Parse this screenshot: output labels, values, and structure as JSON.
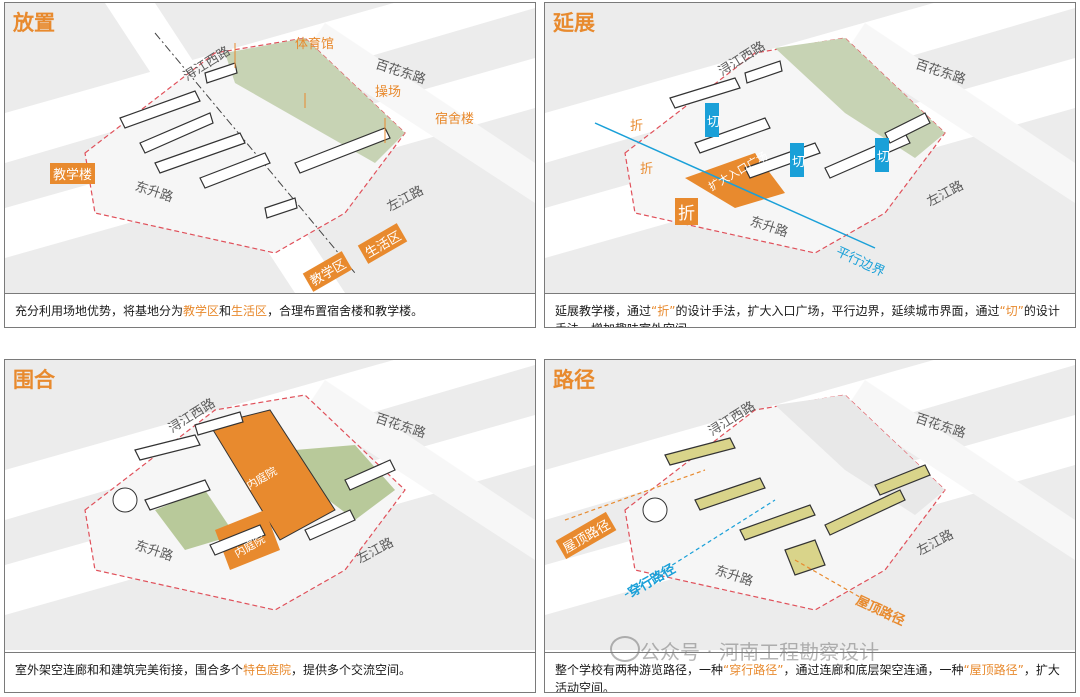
{
  "panels": [
    {
      "title": "放置",
      "roads": [
        "浔江西路",
        "百花东路",
        "东升路",
        "左江路"
      ],
      "labels": [
        "体育馆",
        "操场",
        "宿舍楼",
        "教学楼"
      ],
      "zones": [
        "教学区",
        "生活区"
      ],
      "caption_parts": [
        "充分利用场地优势，将基地分为",
        "教学区",
        "和",
        "生活区",
        "，合理布置宿舍楼和教学楼。"
      ]
    },
    {
      "title": "延展",
      "roads": [
        "浔江西路",
        "百花东路",
        "东升路",
        "左江路"
      ],
      "fold_labels": [
        "折",
        "折",
        "折"
      ],
      "cut_labels": [
        "切",
        "切",
        "切"
      ],
      "plaza_label": "扩大入口广场",
      "boundary_label": "平行边界",
      "caption_parts": [
        "延展教学楼，通过",
        "“折”",
        "的设计手法，扩大入口广场，平行边界，延续城市界面，通过",
        "“切”",
        "的设计手法，增加趣味室外空间。"
      ]
    },
    {
      "title": "围合",
      "roads": [
        "浔江西路",
        "百花东路",
        "东升路",
        "左江路"
      ],
      "courtyard_labels": [
        "内庭院",
        "内庭院"
      ],
      "caption_parts": [
        "室外架空连廊和和建筑完美衔接，围合多个",
        "特色庭院",
        "，提供多个交流空间。"
      ]
    },
    {
      "title": "路径",
      "roads": [
        "浔江西路",
        "百花东路",
        "东升路",
        "左江路"
      ],
      "path_labels": [
        "屋顶路径",
        "穿行路径",
        "屋顶路径"
      ],
      "caption_parts": [
        "整个学校有两种游览路径，一种",
        "“穿行路径”",
        "，通过连廊和底层架空连通，一种",
        "“屋顶路径”",
        "，扩大活动空间。"
      ]
    }
  ],
  "watermark": "公众号 · 河南工程勘察设计",
  "colors": {
    "accent": "#e88a2e",
    "blue": "#1aa0d8",
    "green": "#b8c99a",
    "yellow": "#d9d48a"
  }
}
